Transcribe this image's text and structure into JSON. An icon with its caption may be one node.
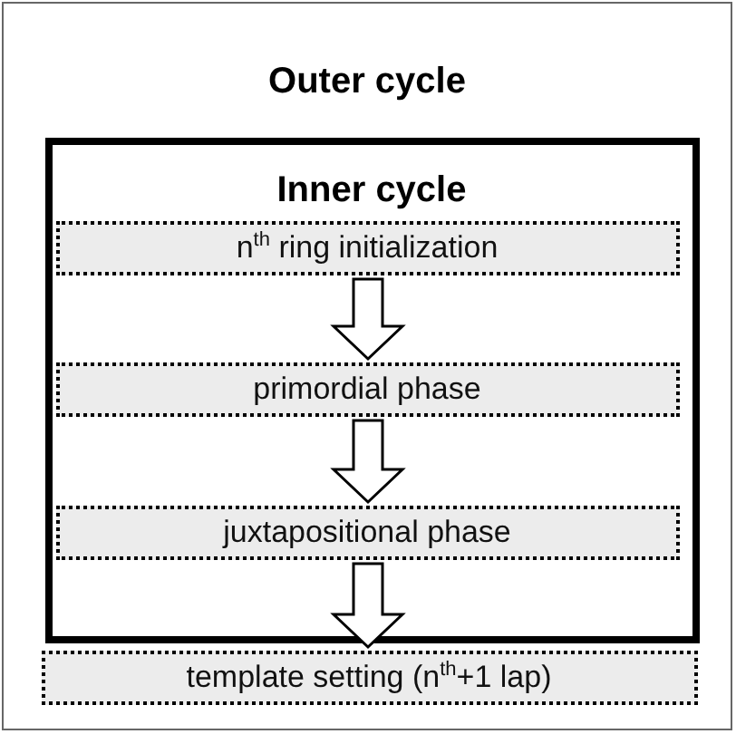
{
  "diagram": {
    "nodes": [
      {
        "text": [
          "Outer cycle"
        ]
      },
      {
        "text": [
          "Inner cycle"
        ],
        "in": 0
      },
      {
        "text": [
          "n$^{th}$ ring initialization"
        ],
        "in": 1
      },
      {
        "text": [
          "primordial phase"
        ],
        "in": 1
      },
      {
        "text": [
          "juxtapositional phase"
        ],
        "in": 1
      },
      {
        "text": [
          "template setting (n$^{th}$+1 lap)"
        ],
        "in": 0
      }
    ],
    "edges": [
      {
        "from": 2,
        "to": 3,
        "arrow": "to"
      },
      {
        "from": 3,
        "to": 4,
        "arrow": "to"
      },
      {
        "from": 4,
        "to": 5,
        "arrow": "to"
      }
    ]
  }
}
